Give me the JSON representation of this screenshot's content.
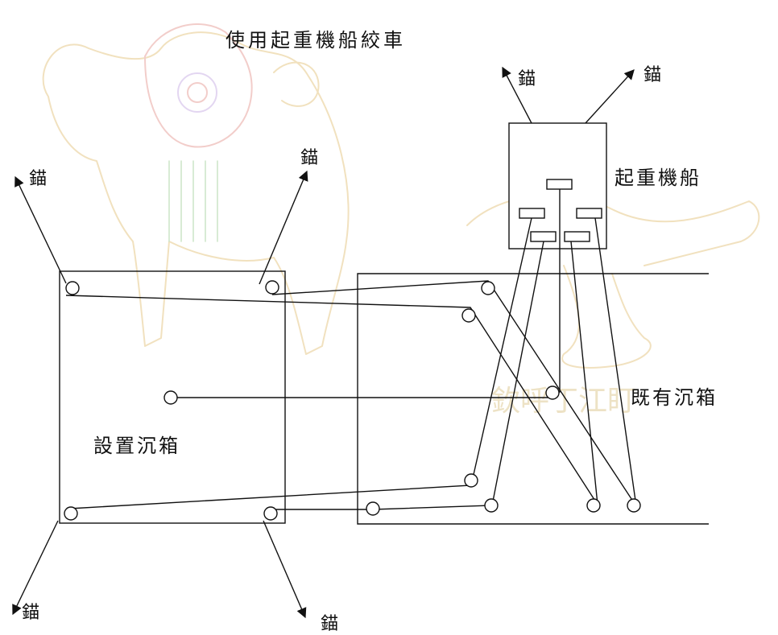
{
  "diagram": {
    "title": "使用起重機船絞車",
    "crane_barge_label": "起重機船",
    "existing_caisson_label": "既有沉箱",
    "new_caisson_label": "設置沉箱",
    "anchor_label": "錨",
    "watermark_text": "欽呼丁江盯"
  },
  "colors": {
    "line": "#111111",
    "watermark_tan": "#e6c98a",
    "watermark_red": "#e8a6a0",
    "watermark_green": "#a9d3a0",
    "watermark_purple": "#cdb6e6"
  }
}
